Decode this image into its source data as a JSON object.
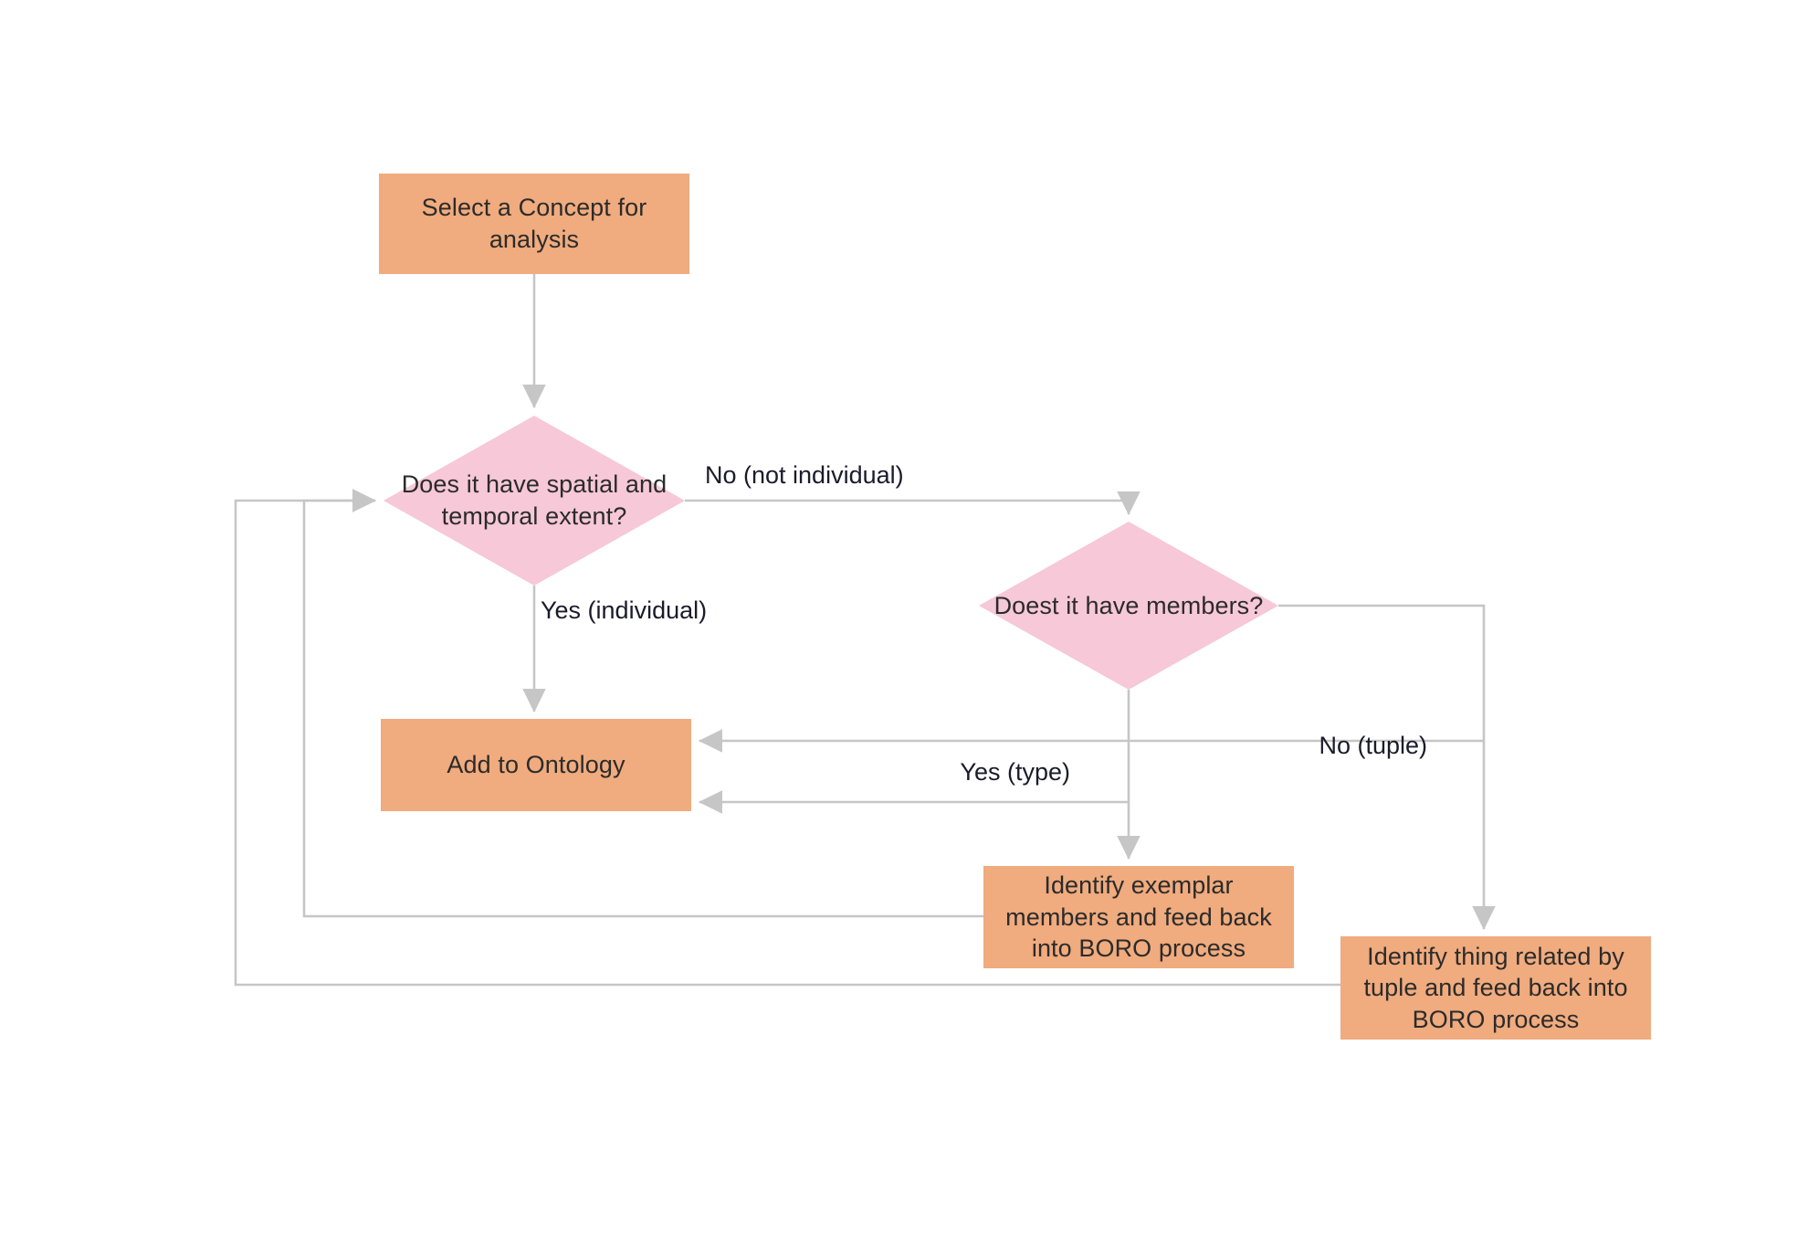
{
  "diagram": {
    "title": "BORO concept analysis flowchart",
    "colors": {
      "process_fill": "#F0AB7E",
      "decision_fill": "#F6C8D8",
      "edge_stroke": "#C6C6C6",
      "text": "#2b2b2b",
      "background": "#FFFFFF"
    },
    "nodes": [
      {
        "id": "select-concept",
        "type": "process",
        "label": "Select a Concept for analysis"
      },
      {
        "id": "spatial-temporal",
        "type": "decision",
        "label": "Does it have spatial and temporal extent?"
      },
      {
        "id": "has-members",
        "type": "decision",
        "label": "Doest it have members?"
      },
      {
        "id": "add-to-ontology",
        "type": "process",
        "label": "Add to Ontology"
      },
      {
        "id": "identify-exemplar-members",
        "type": "process",
        "label": "Identify exemplar members and feed back into BORO process"
      },
      {
        "id": "identify-tuple-thing",
        "type": "process",
        "label": "Identify thing related by tuple and feed back into BORO process"
      }
    ],
    "edge_labels": [
      {
        "id": "no-not-individual",
        "text": "No (not individual)"
      },
      {
        "id": "yes-individual",
        "text": "Yes (individual)"
      },
      {
        "id": "yes-type",
        "text": "Yes (type)"
      },
      {
        "id": "no-tuple",
        "text": "No (tuple)"
      }
    ]
  }
}
